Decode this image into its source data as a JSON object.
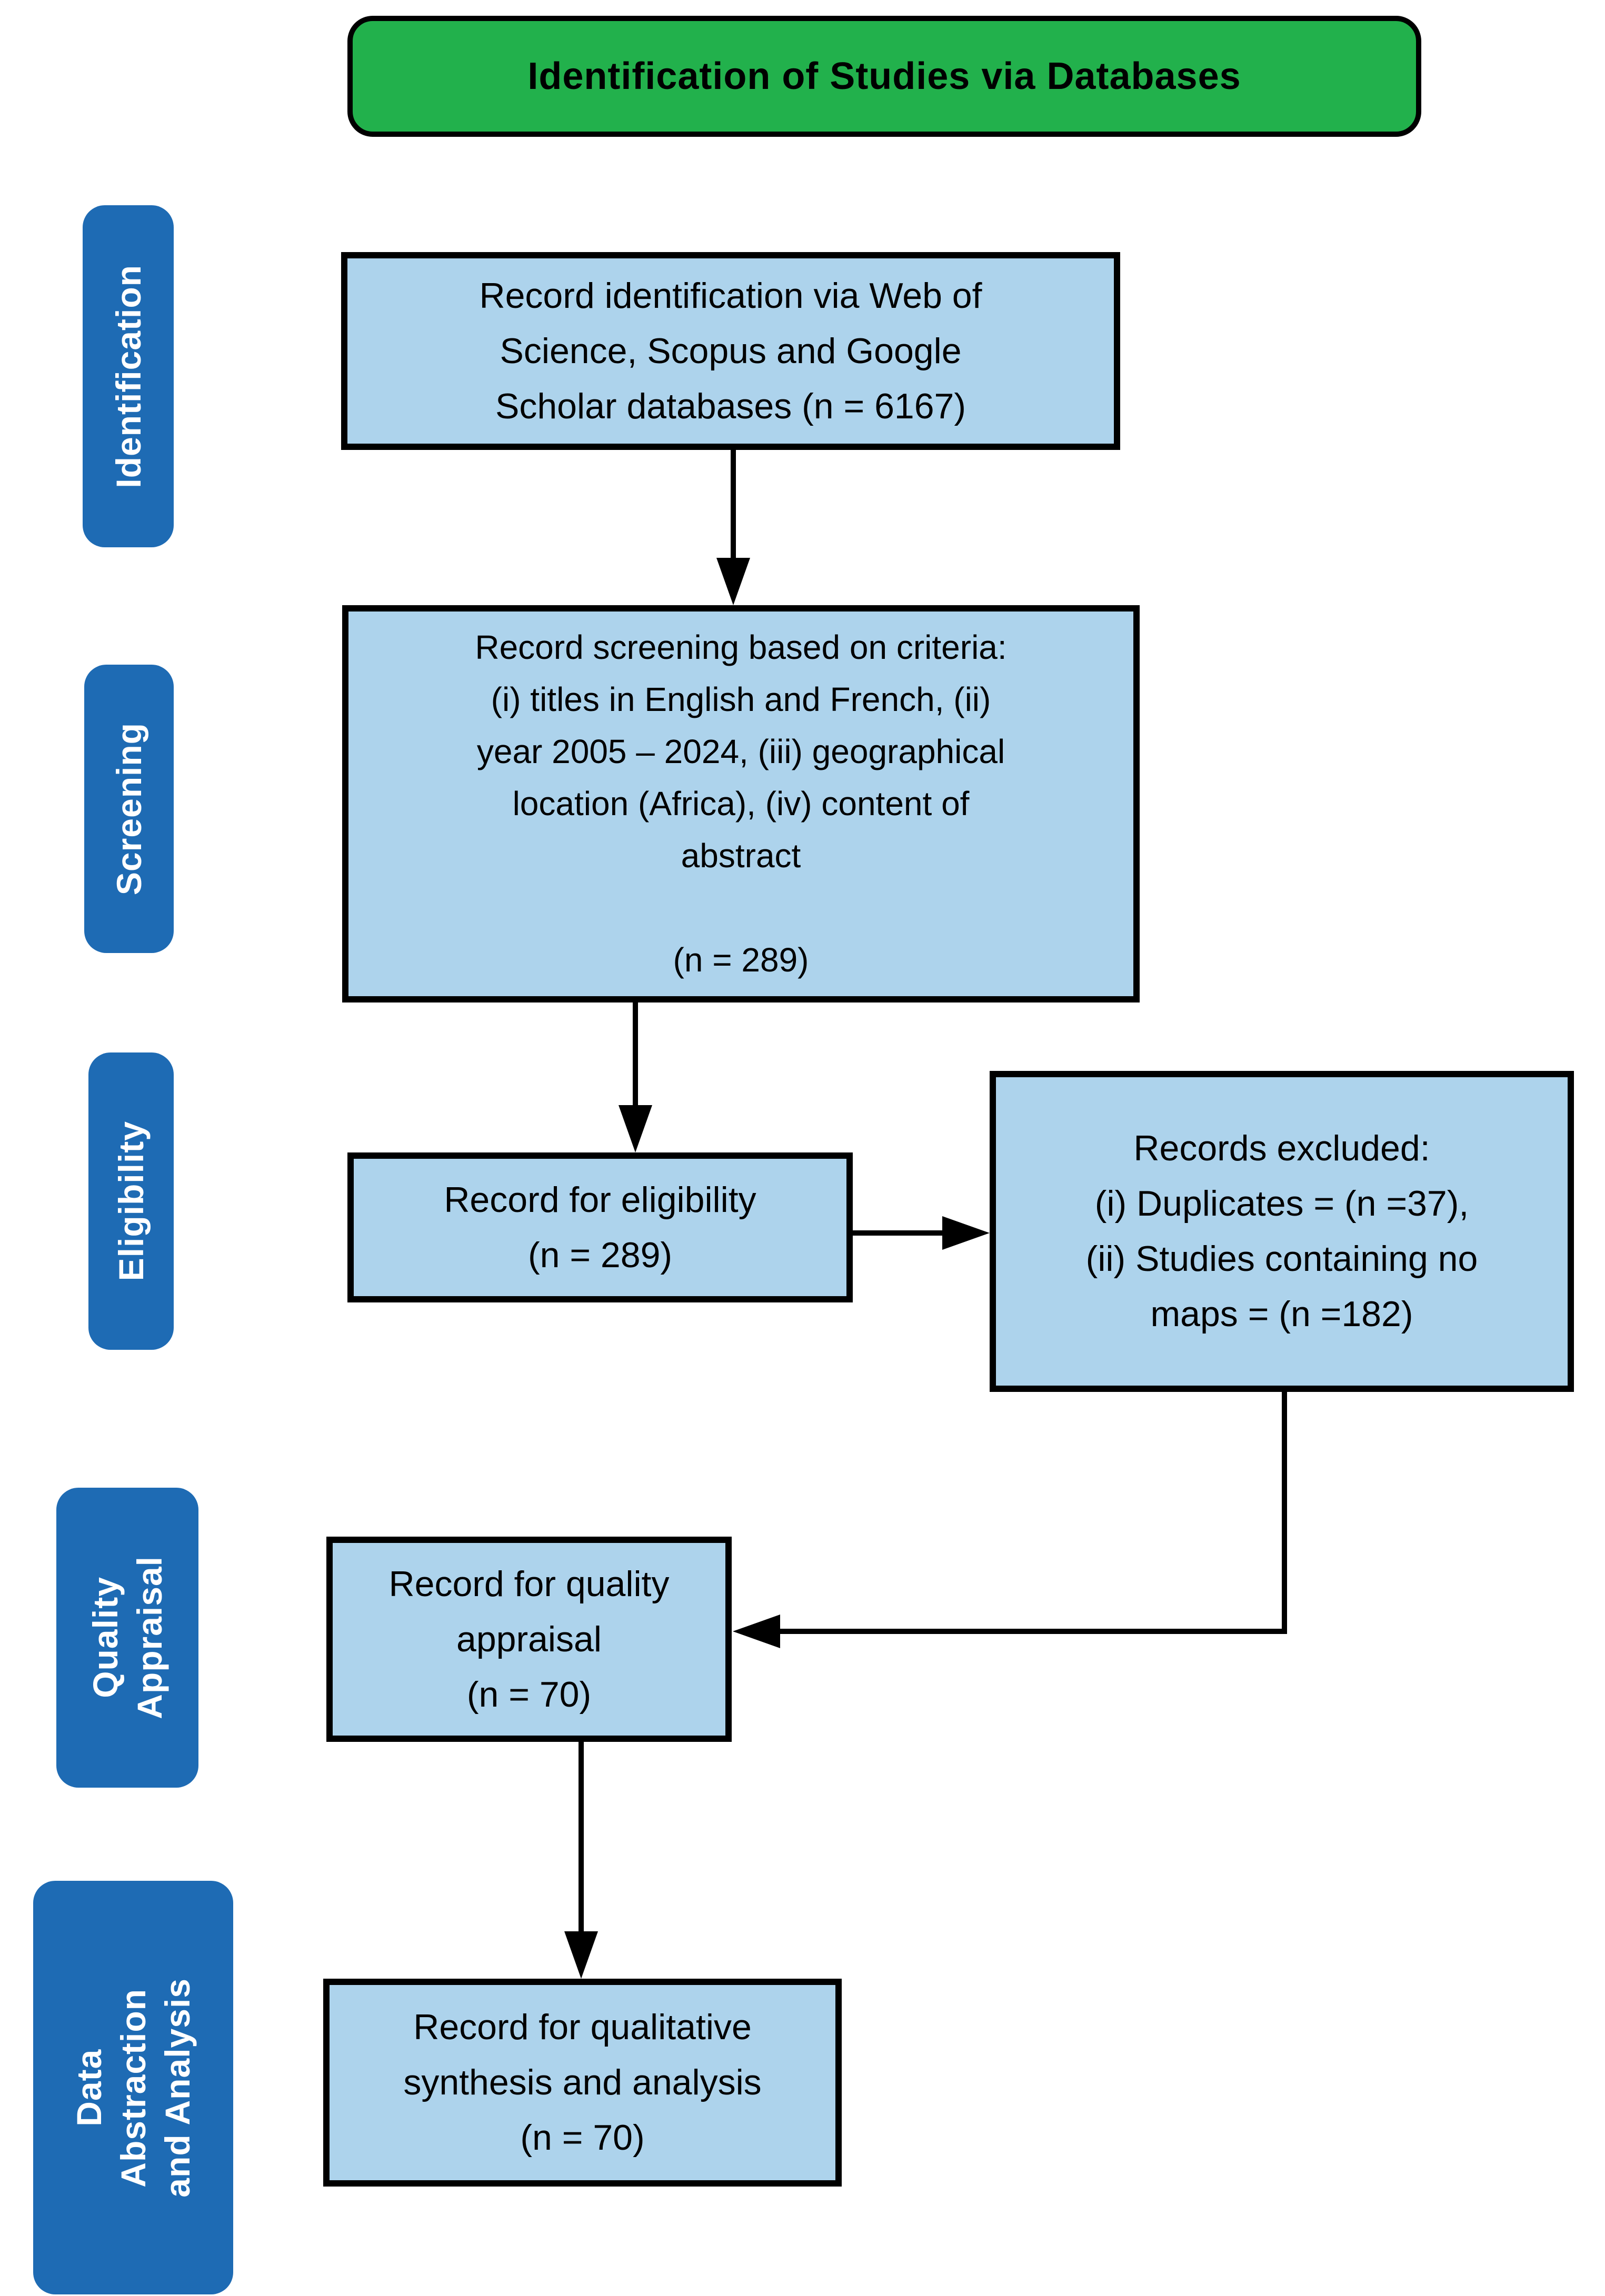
{
  "figure": {
    "title": "Identification of Studies via Databases"
  },
  "colors": {
    "banner_green": "#22B14C",
    "box_blue": "#ADD3EC",
    "stage_blue": "#1E6BB4",
    "line_black": "#000000"
  },
  "stages": [
    {
      "name": "Identification",
      "lines": [
        "Identification"
      ]
    },
    {
      "name": "Screening",
      "lines": [
        "Screening"
      ]
    },
    {
      "name": "Eligibility",
      "lines": [
        "Eligibility"
      ]
    },
    {
      "name": "Quality Appraisal",
      "lines": [
        "Quality",
        "Appraisal"
      ]
    },
    {
      "name": "Data Abstraction and Analysis",
      "lines": [
        "Data",
        "Abstraction",
        "and Analysis"
      ]
    }
  ],
  "boxes": [
    {
      "name": "record-identification",
      "n": 6167,
      "lines": [
        "Record identification via Web of",
        "Science, Scopus and Google",
        "Scholar databases (n = 6167)"
      ]
    },
    {
      "name": "record-screening",
      "n": 289,
      "lines": [
        "Record screening based on criteria:",
        "(i) titles in English and French, (ii)",
        "year 2005 – 2024, (iii) geographical",
        "location (Africa), (iv) content of",
        "abstract",
        "",
        "(n = 289)"
      ]
    },
    {
      "name": "record-for-eligibility",
      "n": 289,
      "lines": [
        "Record for eligibility",
        "(n = 289)"
      ]
    },
    {
      "name": "records-excluded",
      "duplicates_n": 37,
      "no_maps_n": 182,
      "lines": [
        "Records excluded:",
        "(i) Duplicates = (n =37),",
        "(ii) Studies containing no",
        "maps = (n =182)"
      ]
    },
    {
      "name": "record-quality-appraisal",
      "n": 70,
      "lines": [
        "Record for quality",
        "appraisal",
        "(n = 70)"
      ]
    },
    {
      "name": "record-qualitative-synthesis",
      "n": 70,
      "lines": [
        "Record for qualitative",
        "synthesis and analysis",
        "(n = 70)"
      ]
    }
  ]
}
